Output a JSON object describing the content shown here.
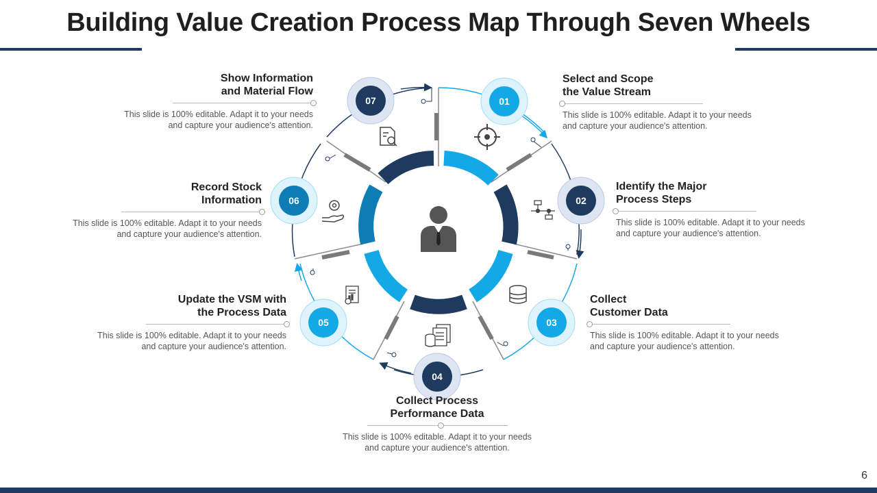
{
  "title": "Building Value Creation Process Map Through Seven Wheels",
  "page_number": "6",
  "colors": {
    "navy": "#1f3a5f",
    "blue": "#13a8e6",
    "mid_blue": "#0e7cb5",
    "ring_light": "#b9c9e6"
  },
  "steps": [
    {
      "num": "01",
      "title_1": "Select and Scope",
      "title_2": "the Value Stream",
      "desc_1": "This slide is 100% editable. Adapt it to your needs",
      "desc_2": "and capture your audience's attention.",
      "icon": "target-icon"
    },
    {
      "num": "02",
      "title_1": "Identify the Major",
      "title_2": "Process Steps",
      "desc_1": "This slide is 100% editable. Adapt it to your needs",
      "desc_2": "and capture your audience's attention.",
      "icon": "flowchart-icon"
    },
    {
      "num": "03",
      "title_1": "Collect",
      "title_2": "Customer Data",
      "desc_1": "This slide is 100% editable. Adapt it to your needs",
      "desc_2": "and capture your audience's attention.",
      "icon": "database-icon"
    },
    {
      "num": "04",
      "title_1": "Collect Process",
      "title_2": "Performance Data",
      "desc_1": "This slide is 100% editable. Adapt it to your needs",
      "desc_2": "and capture your audience's attention.",
      "icon": "data-documents-icon"
    },
    {
      "num": "05",
      "title_1": "Update the VSM with",
      "title_2": "the Process Data",
      "desc_1": "This slide is 100% editable. Adapt it to your needs",
      "desc_2": "and capture your audience's attention.",
      "icon": "report-gear-icon"
    },
    {
      "num": "06",
      "title_1": "Record Stock",
      "title_2": "Information",
      "desc_1": "This slide is 100% editable. Adapt it to your needs",
      "desc_2": "and capture your audience's attention.",
      "icon": "hand-gear-icon"
    },
    {
      "num": "07",
      "title_1": "Show Information",
      "title_2": "and Material Flow",
      "desc_1": "This slide is 100% editable. Adapt it to your needs",
      "desc_2": "and capture your audience's attention.",
      "icon": "document-search-icon"
    }
  ],
  "center_icon": "businessman-icon"
}
